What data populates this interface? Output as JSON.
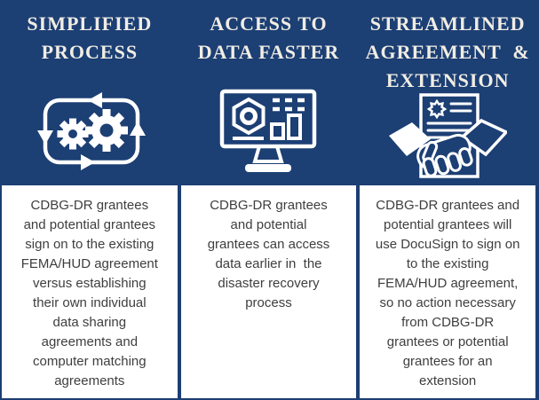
{
  "theme": {
    "navy_background": "#1c3f74",
    "card_background": "#ffffff",
    "title_color": "#f1ede4",
    "body_text_color": "#3e3e3e",
    "icon_color": "#ffffff"
  },
  "columns": [
    {
      "id": "simplified-process",
      "title": "SIMPLIFIED\nPROCESS",
      "icon": "process-cycle-gears-icon",
      "description": "CDBG-DR grantees\nand potential grantees\nsign on to the existing\nFEMA/HUD agreement\nversus establishing\ntheir own individual\ndata sharing\nagreements and\ncomputer matching\nagreements"
    },
    {
      "id": "access-to-data-faster",
      "title": "ACCESS TO\nDATA FASTER",
      "icon": "monitor-dashboard-icon",
      "description": "CDBG-DR grantees\nand potential\ngrantees can access\ndata earlier in  the\ndisaster recovery\nprocess"
    },
    {
      "id": "streamlined-agreement-extension",
      "title": "STREAMLINED\nAGREEMENT  &\nEXTENSION",
      "icon": "document-handshake-icon",
      "description": "CDBG-DR grantees and\npotential grantees will\nuse DocuSign to sign on\nto the existing\nFEMA/HUD agreement,\nso no action necessary\nfrom CDBG-DR\ngrantees or potential\ngrantees for an\nextension"
    }
  ]
}
